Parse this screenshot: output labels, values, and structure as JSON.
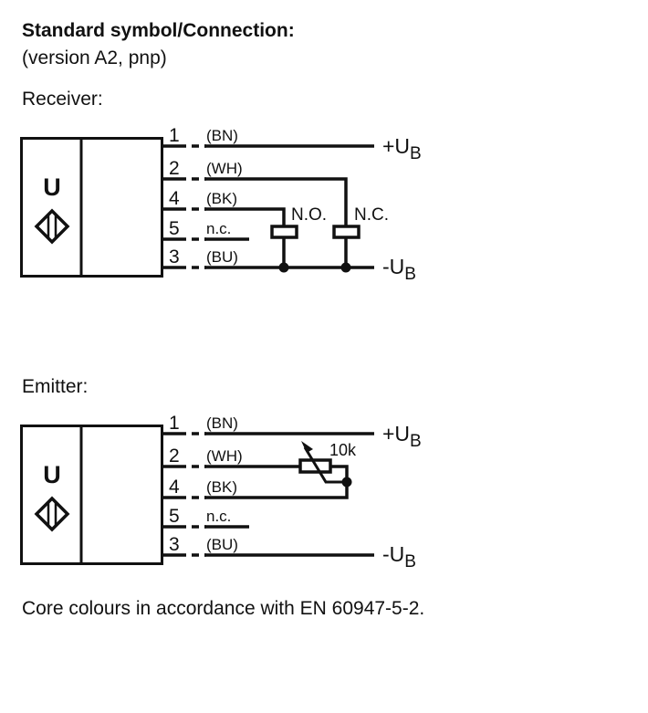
{
  "header": {
    "title": "Standard symbol/Connection:",
    "subtitle": "(version A2, pnp)"
  },
  "receiver": {
    "label": "Receiver:",
    "device_symbol": "U",
    "device_icon": "diamond-sensor-icon",
    "pins": [
      {
        "number": "1",
        "color": "(BN)"
      },
      {
        "number": "2",
        "color": "(WH)"
      },
      {
        "number": "4",
        "color": "(BK)"
      },
      {
        "number": "5",
        "color": "n.c."
      },
      {
        "number": "3",
        "color": "(BU)"
      }
    ],
    "load_no": "N.O.",
    "load_nc": "N.C.",
    "supply_plus": "+U",
    "supply_minus": "-U",
    "supply_sub": "B"
  },
  "emitter": {
    "label": "Emitter:",
    "device_symbol": "U",
    "device_icon": "diamond-sensor-icon",
    "pins": [
      {
        "number": "1",
        "color": "(BN)"
      },
      {
        "number": "2",
        "color": "(WH)"
      },
      {
        "number": "4",
        "color": "(BK)"
      },
      {
        "number": "5",
        "color": "n.c."
      },
      {
        "number": "3",
        "color": "(BU)"
      }
    ],
    "potentiometer": "10k",
    "supply_plus": "+U",
    "supply_minus": "-U",
    "supply_sub": "B"
  },
  "footer": {
    "note": "Core colours in accordance with EN 60947-5-2."
  }
}
